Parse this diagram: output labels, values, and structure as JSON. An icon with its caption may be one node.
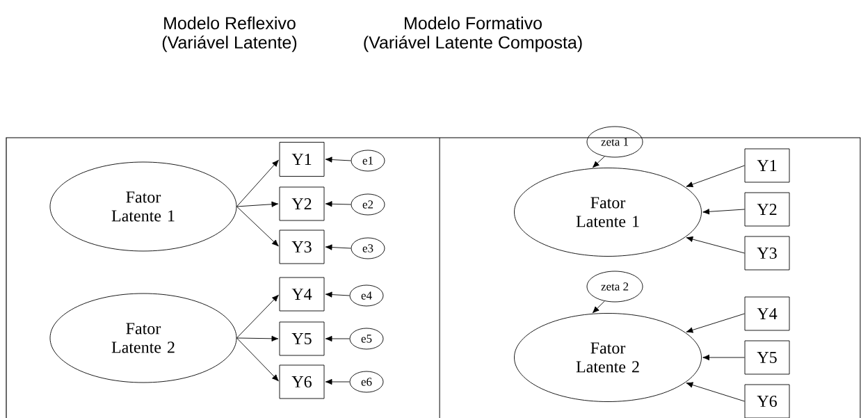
{
  "diagram": {
    "nodes": [
      {
        "text": [
          "Fator Latente 1"
        ]
      },
      {
        "text": [
          "Fator Latente 2"
        ]
      },
      {
        "text": [
          "Y1"
        ]
      },
      {
        "text": [
          "Y2"
        ]
      },
      {
        "text": [
          "Y3"
        ]
      },
      {
        "text": [
          "Y4"
        ]
      },
      {
        "text": [
          "Y5"
        ]
      },
      {
        "text": [
          "Y6"
        ]
      },
      {
        "text": [
          "e1"
        ]
      },
      {
        "text": [
          "e2"
        ]
      },
      {
        "text": [
          "e3"
        ]
      },
      {
        "text": [
          "e4"
        ]
      },
      {
        "text": [
          "e5"
        ]
      },
      {
        "text": [
          "e6"
        ]
      },
      {
        "text": [
          "zeta 1"
        ]
      },
      {
        "text": [
          "Fator Latente 1"
        ]
      },
      {
        "text": [
          "Y1"
        ]
      },
      {
        "text": [
          "Y2"
        ]
      },
      {
        "text": [
          "Y3"
        ]
      },
      {
        "text": [
          "zeta 2"
        ]
      },
      {
        "text": [
          "Fator Latente 2"
        ]
      },
      {
        "text": [
          "Y4"
        ]
      },
      {
        "text": [
          "Y5"
        ]
      },
      {
        "text": [
          "Y6"
        ]
      }
    ],
    "edges": [
      {
        "from": 0,
        "to": 2,
        "arrow": "to"
      },
      {
        "from": 0,
        "to": 3,
        "arrow": "to"
      },
      {
        "from": 0,
        "to": 4,
        "arrow": "to"
      },
      {
        "from": 1,
        "to": 5,
        "arrow": "to"
      },
      {
        "from": 1,
        "to": 6,
        "arrow": "to"
      },
      {
        "from": 1,
        "to": 7,
        "arrow": "to"
      },
      {
        "from": 8,
        "to": 2,
        "arrow": "to"
      },
      {
        "from": 9,
        "to": 3,
        "arrow": "to"
      },
      {
        "from": 10,
        "to": 4,
        "arrow": "to"
      },
      {
        "from": 11,
        "to": 5,
        "arrow": "to"
      },
      {
        "from": 12,
        "to": 6,
        "arrow": "to"
      },
      {
        "from": 13,
        "to": 7,
        "arrow": "to"
      },
      {
        "from": 14,
        "to": 15,
        "arrow": "to"
      },
      {
        "from": 16,
        "to": 15,
        "arrow": "to"
      },
      {
        "from": 17,
        "to": 15,
        "arrow": "to"
      },
      {
        "from": 18,
        "to": 15,
        "arrow": "to"
      },
      {
        "from": 19,
        "to": 20,
        "arrow": "to"
      },
      {
        "from": 21,
        "to": 20,
        "arrow": "to"
      },
      {
        "from": 22,
        "to": 20,
        "arrow": "to"
      },
      {
        "from": 23,
        "to": 20,
        "arrow": "to"
      }
    ],
    "labels": [
      "Modelo Reflexivo",
      "(Variável Latente)",
      "Modelo Formativo",
      "(Variável Latente Composta)"
    ]
  }
}
